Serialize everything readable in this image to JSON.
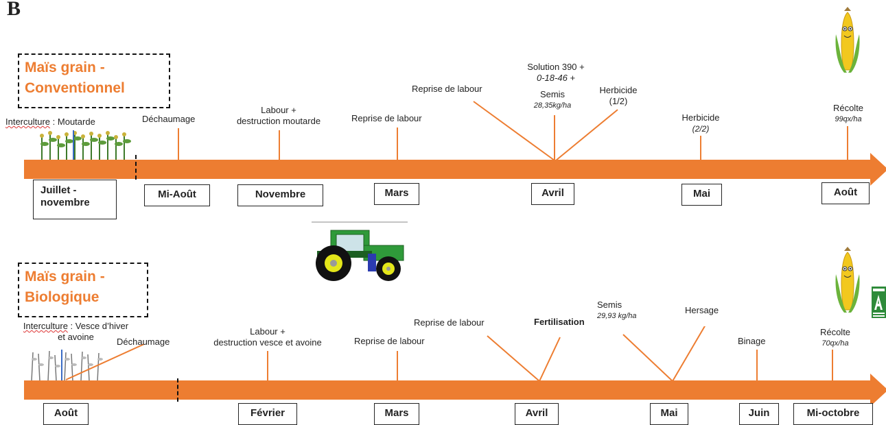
{
  "panel_letter": "B",
  "conventional": {
    "title_line1": "Maïs grain -",
    "title_line2": "Conventionnel",
    "intercrop_prefix": "Interculture",
    "intercrop_rest": " : Moutarde",
    "events": {
      "dechaumage": "Déchaumage",
      "labour_1": "Labour +",
      "labour_2": "destruction moutarde",
      "reprise_1": "Reprise de labour",
      "reprise_2": "Reprise de labour",
      "solution_1": "Solution 390 +",
      "solution_2": "0-18-46 +",
      "semis": "Semis",
      "semis_dose": "28,35kg/ha",
      "herbicide1_a": "Herbicide",
      "herbicide1_b": "(1/2)",
      "herbicide2_a": "Herbicide",
      "herbicide2_b": "(2/2)",
      "recolte": "Récolte",
      "recolte_yield": "99qx/ha"
    },
    "months": {
      "m1_a": "Juillet -",
      "m1_b": "novembre",
      "m2": "Mi-Août",
      "m3": "Novembre",
      "m4": "Mars",
      "m5": "Avril",
      "m6": "Mai",
      "m7": "Août"
    }
  },
  "organic": {
    "title_line1": "Maïs grain -",
    "title_line2": "Biologique",
    "intercrop_prefix": "Interculture",
    "intercrop_rest": " : Vesce d’hiver",
    "intercrop_line2": "et avoine",
    "events": {
      "dechaumage": "Déchaumage",
      "labour_1": "Labour +",
      "labour_2": "destruction vesce et avoine",
      "reprise_1": "Reprise de labour",
      "reprise_2": "Reprise de labour",
      "fertilisation": "Fertilisation",
      "semis": "Semis",
      "semis_dose": "29,93 kg/ha",
      "hersage": "Hersage",
      "binage": "Binage",
      "recolte": "Récolte",
      "recolte_yield": "70qx/ha"
    },
    "months": {
      "m1": "Août",
      "m2": "Février",
      "m3": "Mars",
      "m4": "Avril",
      "m5": "Mai",
      "m6": "Juin",
      "m7": "Mi-octobre"
    }
  },
  "colors": {
    "arrow": "#ED7D31",
    "title": "#ED7D31",
    "organic_badge": "#2e8b3a"
  },
  "icons": {
    "corn_mascot": "corn-mascot-icon",
    "tractor": "tractor-icon",
    "crop_field": "mustard-field-icon",
    "vetch_field": "vetch-field-icon",
    "organic_badge": "organic-ab-logo-icon"
  }
}
